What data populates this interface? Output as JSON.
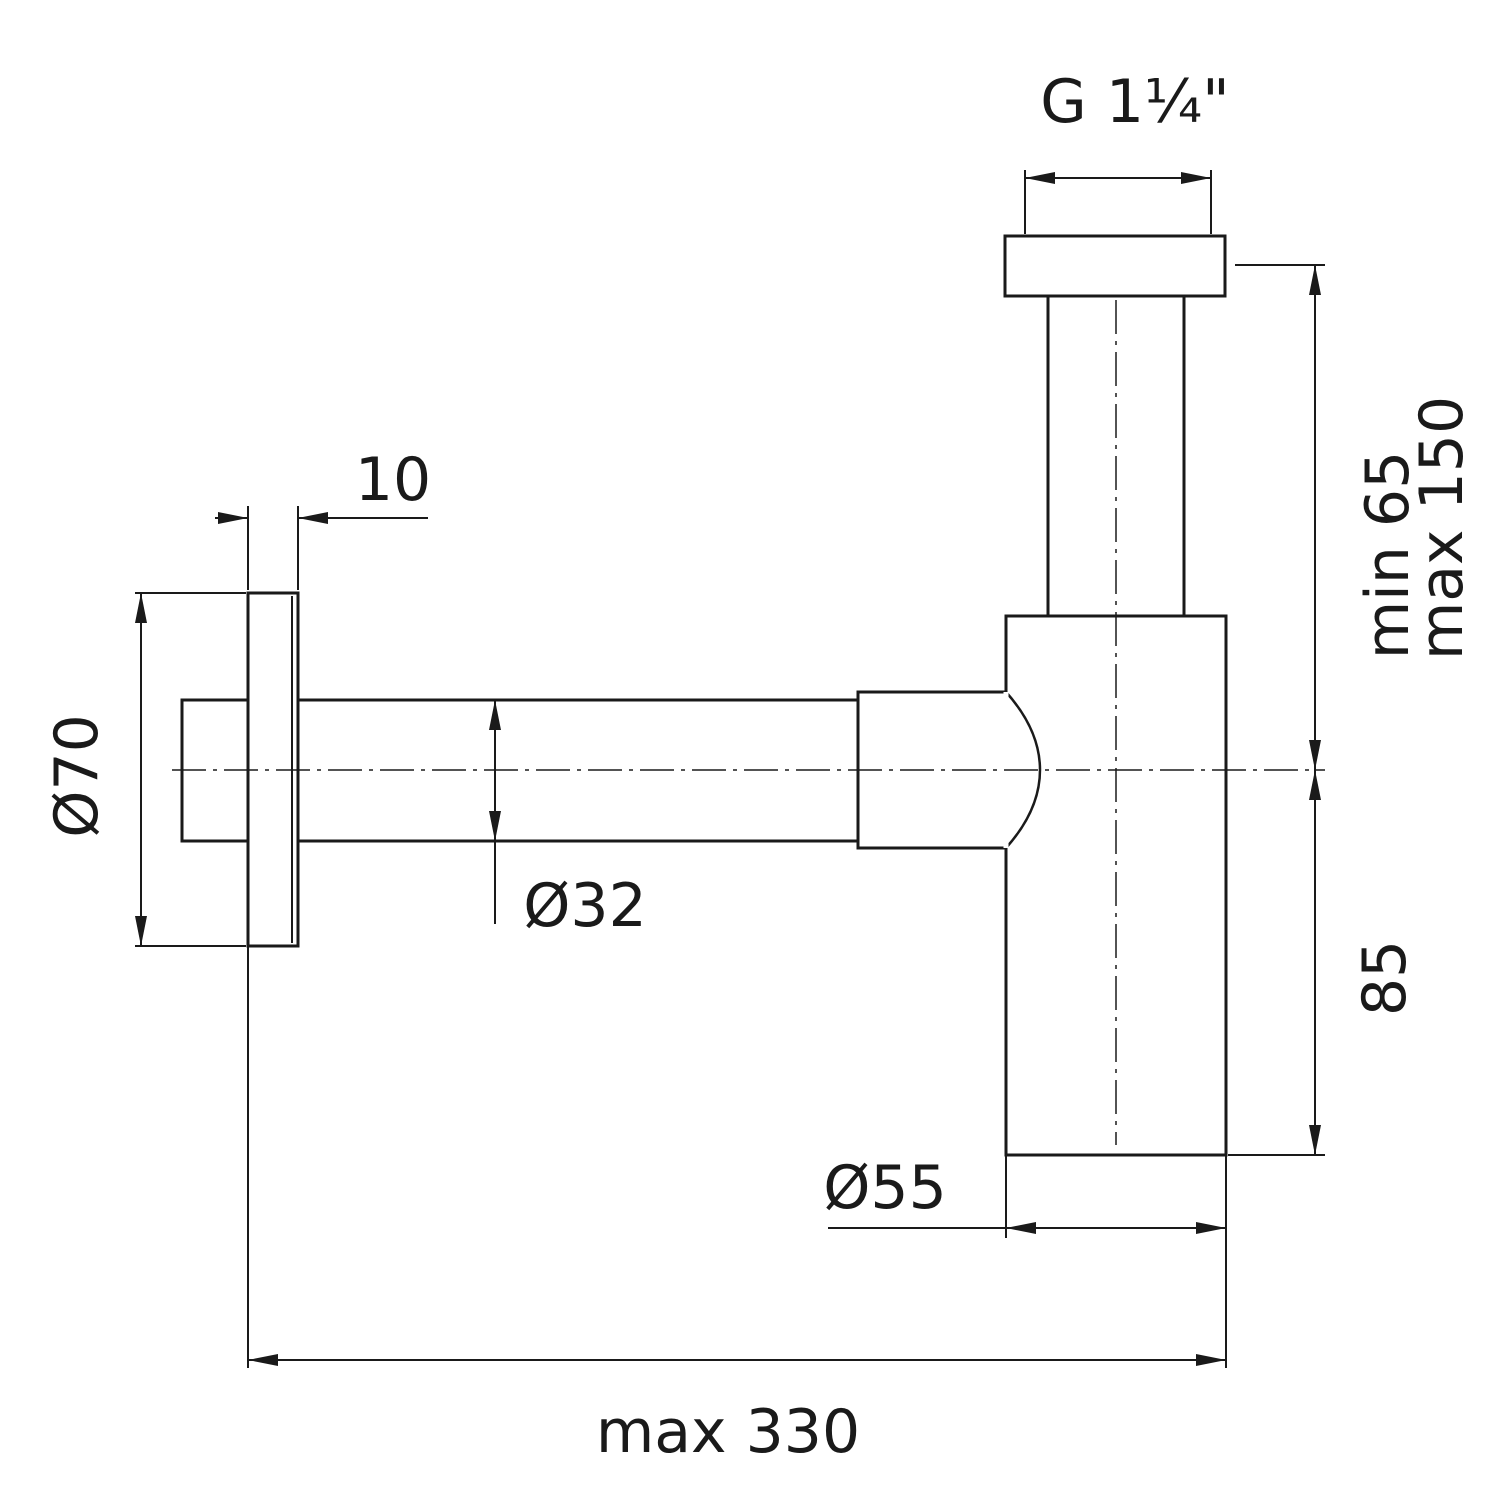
{
  "diagram": {
    "labels": {
      "thread": "G 1¼\"",
      "flange_thickness": "10",
      "flange_diameter": "Ø70",
      "pipe_diameter": "Ø32",
      "body_diameter": "Ø55",
      "height_min": "min 65",
      "height_max": "max 150",
      "bottom_height": "85",
      "total_length": "max 330"
    }
  }
}
